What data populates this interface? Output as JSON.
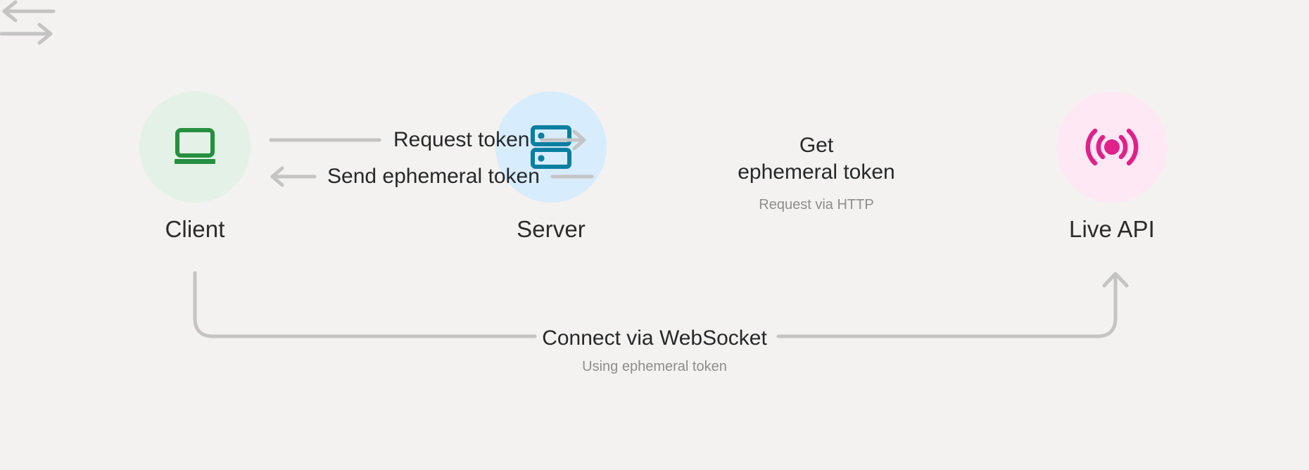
{
  "diagram": {
    "title": "Live API ephemeral token flow",
    "background_color": "#f3f2f0",
    "connector_color": "#c4c4c4",
    "text_color": "#27282a",
    "subtext_color": "#8d8d8d"
  },
  "nodes": [
    {
      "id": "client",
      "label": "Client",
      "icon": "laptop-icon",
      "icon_color": "#259040",
      "circle_color": "#e4f1e6"
    },
    {
      "id": "server",
      "label": "Server",
      "icon": "server-icon",
      "icon_color": "#0b7fa0",
      "circle_color": "#d7ecfd"
    },
    {
      "id": "live-api",
      "label": "Live API",
      "icon": "broadcast-signal-icon",
      "icon_color": "#e0218a",
      "circle_color": "#fde8f4"
    }
  ],
  "flows": [
    {
      "id": "request-token",
      "label": "Request token",
      "sublabel": "",
      "direction": "client-to-server",
      "arrow": "right"
    },
    {
      "id": "send-ephemeral-token",
      "label": "Send ephemeral token",
      "sublabel": "",
      "direction": "server-to-client",
      "arrow": "left"
    },
    {
      "id": "get-ephemeral-token",
      "label_line1": "Get",
      "label_line2": "ephemeral token",
      "sublabel": "Request via HTTP",
      "direction": "server-to-live-api",
      "arrow": "both"
    },
    {
      "id": "connect-websocket",
      "label": "Connect via WebSocket",
      "sublabel": "Using ephemeral token",
      "direction": "client-to-live-api",
      "arrow": "up-right"
    }
  ]
}
